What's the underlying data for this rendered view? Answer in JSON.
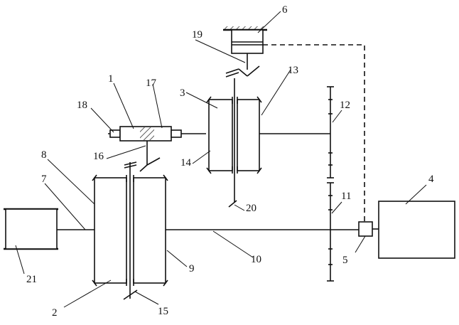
{
  "figure": {
    "labels": [
      "1",
      "2",
      "3",
      "4",
      "5",
      "6",
      "7",
      "8",
      "9",
      "10",
      "11",
      "12",
      "13",
      "14",
      "15",
      "16",
      "17",
      "18",
      "19",
      "20",
      "21"
    ]
  }
}
